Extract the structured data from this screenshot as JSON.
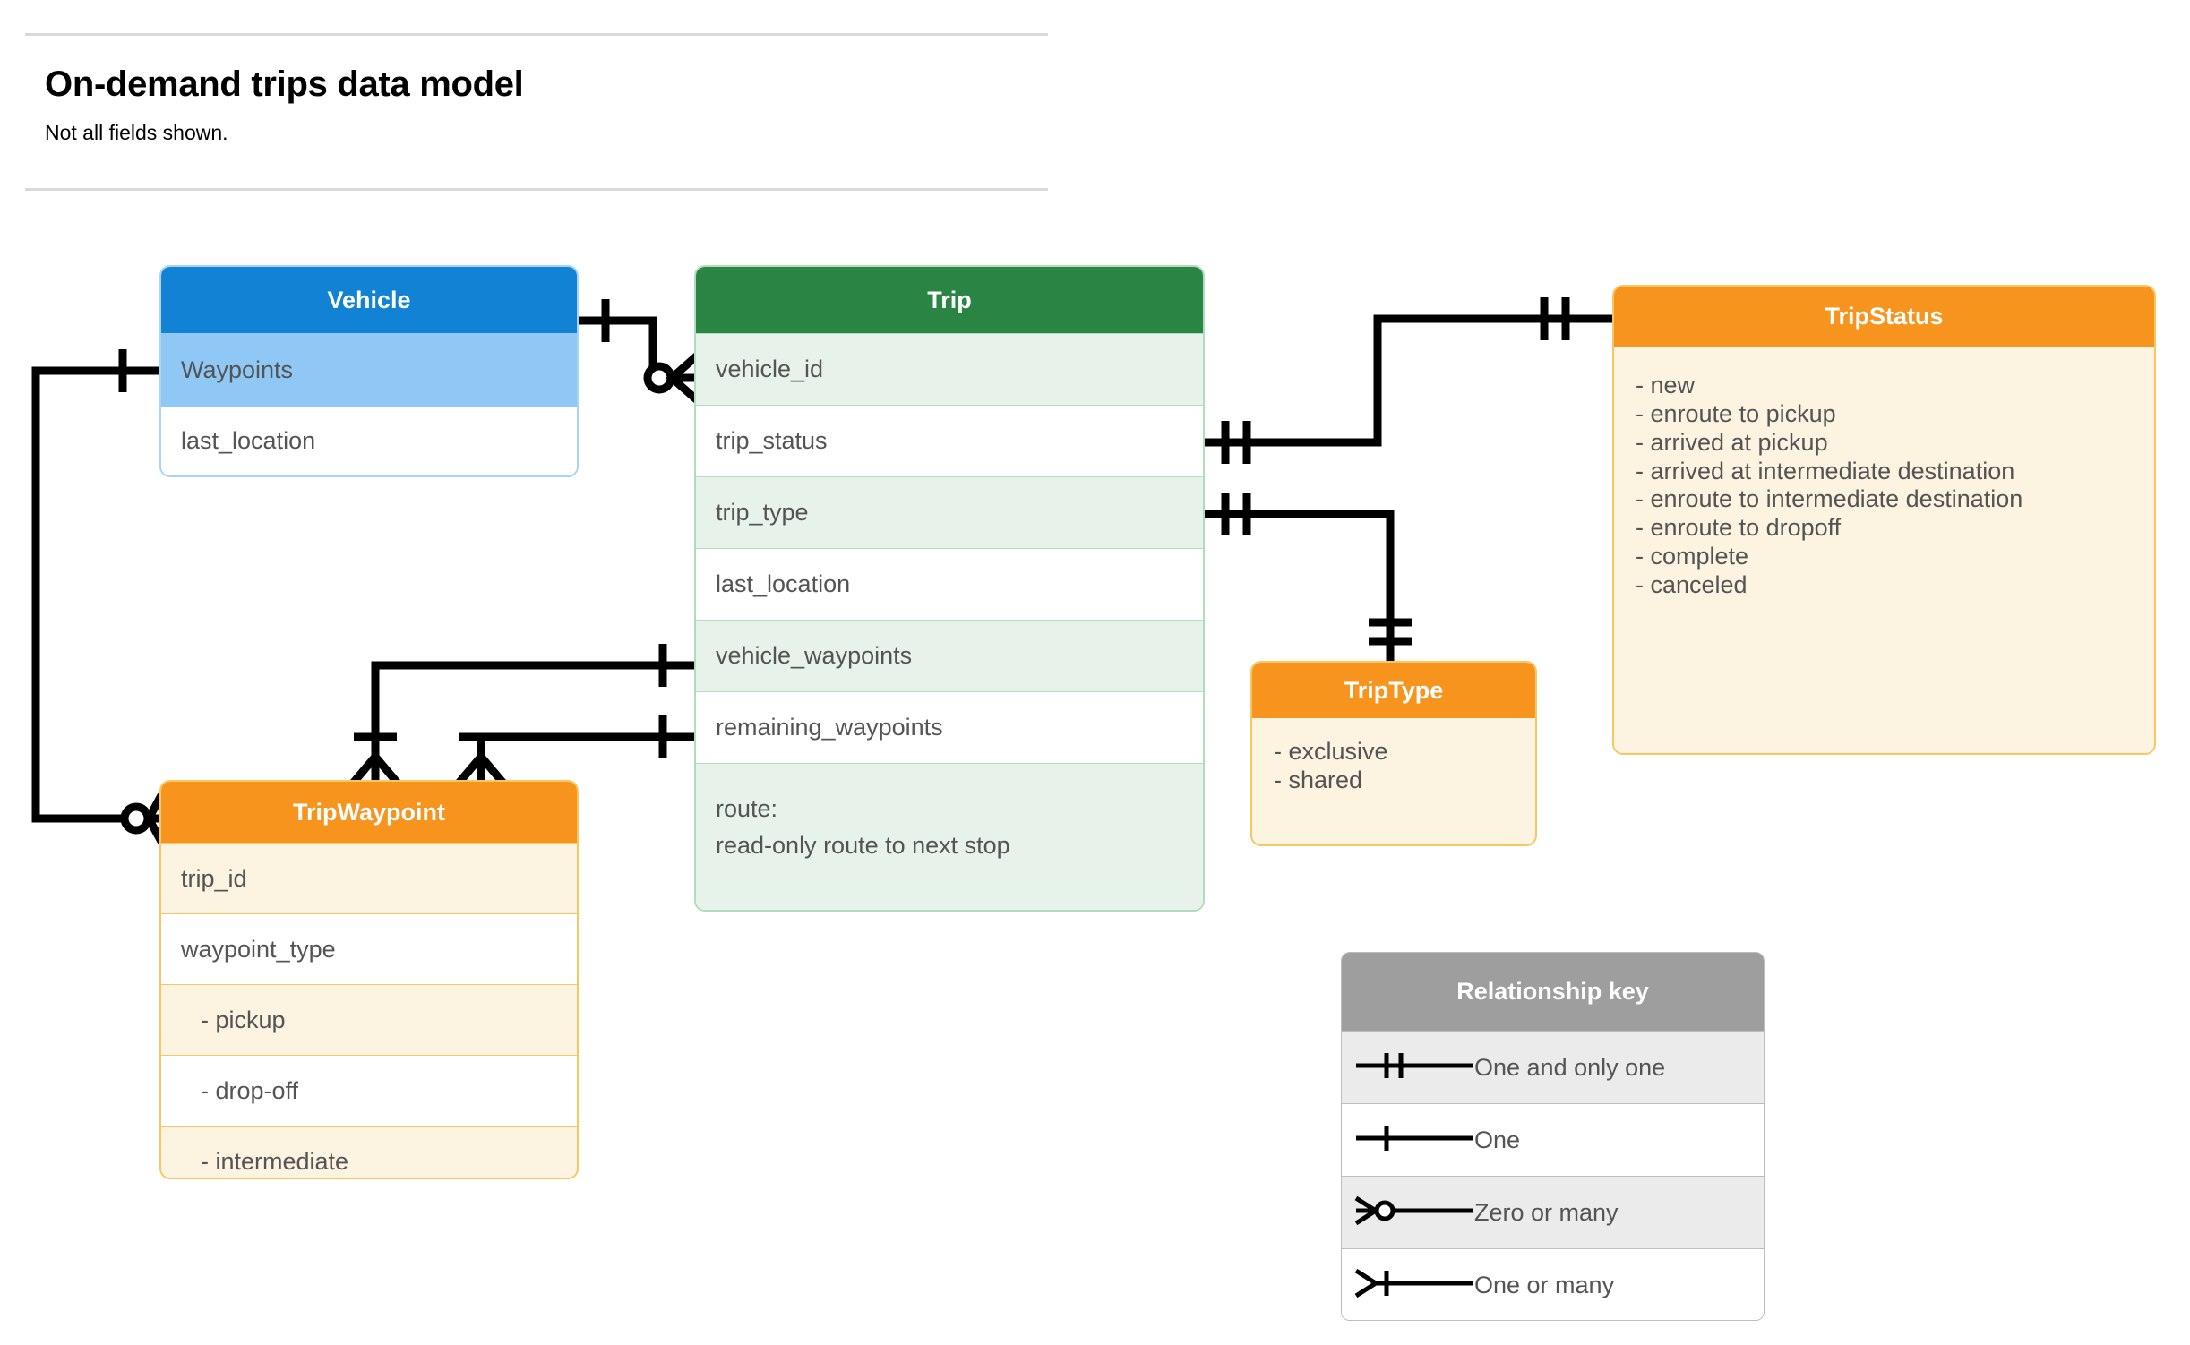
{
  "header": {
    "title": "On-demand trips data model",
    "subtitle": "Not all fields shown."
  },
  "entities": {
    "vehicle": {
      "name": "Vehicle",
      "header_color": "#1283d4",
      "rows": [
        {
          "label": "Waypoints"
        },
        {
          "label": "last_location"
        }
      ]
    },
    "trip": {
      "name": "Trip",
      "header_color": "#2a8544",
      "rows": [
        {
          "label": "vehicle_id"
        },
        {
          "label": "trip_status"
        },
        {
          "label": "trip_type"
        },
        {
          "label": "last_location"
        },
        {
          "label": "vehicle_waypoints"
        },
        {
          "label": "remaining_waypoints"
        }
      ],
      "route_line1": "route:",
      "route_line2": "read-only route to next stop"
    },
    "tripwaypoint": {
      "name": "TripWaypoint",
      "header_color": "#f7941e",
      "rows": [
        {
          "label": "trip_id"
        },
        {
          "label": "waypoint_type"
        },
        {
          "label": "-  pickup"
        },
        {
          "label": "-  drop-off"
        },
        {
          "label": "-  intermediate"
        }
      ]
    },
    "triptype": {
      "name": "TripType",
      "header_color": "#f7941e",
      "values": [
        "- exclusive",
        "- shared"
      ]
    },
    "tripstatus": {
      "name": "TripStatus",
      "header_color": "#f7941e",
      "values": [
        "- new",
        "- enroute to pickup",
        "- arrived at pickup",
        "- arrived at intermediate destination",
        "- enroute to intermediate destination",
        "- enroute to dropoff",
        "- complete",
        "- canceled"
      ]
    }
  },
  "legend": {
    "title": "Relationship key",
    "rows": [
      {
        "symbol": "one-and-only-one",
        "label": "One and only one"
      },
      {
        "symbol": "one",
        "label": "One"
      },
      {
        "symbol": "zero-or-many",
        "label": "Zero or many"
      },
      {
        "symbol": "one-or-many",
        "label": "One or many"
      }
    ]
  },
  "relationships": [
    {
      "from": "Vehicle",
      "from_cardinality": "one",
      "to": "Trip.vehicle_id",
      "to_cardinality": "zero-or-many"
    },
    {
      "from": "Vehicle.Waypoints",
      "from_cardinality": "one",
      "to": "TripWaypoint",
      "to_cardinality": "zero-or-many"
    },
    {
      "from": "Trip.trip_status",
      "from_cardinality": "one-and-only-one",
      "to": "TripStatus",
      "to_cardinality": "one-and-only-one"
    },
    {
      "from": "Trip.trip_type",
      "from_cardinality": "one-and-only-one",
      "to": "TripType",
      "to_cardinality": "one-and-only-one"
    },
    {
      "from": "Trip.vehicle_waypoints",
      "from_cardinality": "one",
      "to": "TripWaypoint",
      "to_cardinality": "one-or-many"
    },
    {
      "from": "Trip.remaining_waypoints",
      "from_cardinality": "one",
      "to": "TripWaypoint",
      "to_cardinality": "one-or-many"
    }
  ]
}
